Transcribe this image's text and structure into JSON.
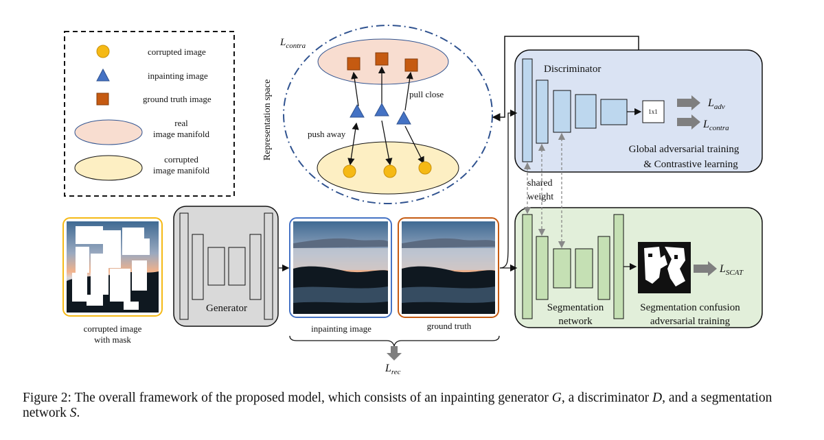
{
  "legend": {
    "corrupted_image": "corrupted image",
    "inpainting_image": "inpainting image",
    "ground_truth_image": "ground truth image",
    "real_manifold_1": "real",
    "real_manifold_2": "image manifold",
    "corrupted_manifold_1": "corrupted",
    "corrupted_manifold_2": "image manifold"
  },
  "representation": {
    "loss_base": "L",
    "loss_sub": "contra",
    "axis_label": "Representation space",
    "pull_close": "pull close",
    "push_away": "push away"
  },
  "discriminator": {
    "title": "Discriminator",
    "block_1x1": "1x1",
    "loss_adv_base": "L",
    "loss_adv_sub": "adv",
    "loss_contra_base": "L",
    "loss_contra_sub": "contra",
    "desc_line1": "Global adversarial training",
    "desc_line2": "& Contrastive learning"
  },
  "shared": {
    "line1": "shared",
    "line2": "weight"
  },
  "segmentation": {
    "net_line1": "Segmentation",
    "net_line2": "network",
    "desc_line1": "Segmentation confusion",
    "desc_line2": "adversarial training",
    "loss_base": "L",
    "loss_sub": "SCAT"
  },
  "inputs": {
    "corrupted_line1": "corrupted image",
    "corrupted_line2": "with mask",
    "generator": "Generator",
    "inpainting": "inpainting image",
    "ground_truth": "ground truth",
    "rec_base": "L",
    "rec_sub": "rec"
  },
  "caption": {
    "fig_label": "Figure 2:",
    "text_1": "The overall framework of the proposed model, which consists of an inpainting generator",
    "var_g": "G",
    "text_2": ", a discriminator",
    "var_d": "D",
    "text_3": ", and a segmentation network",
    "var_s": "S",
    "text_4": "."
  },
  "colors": {
    "corrupted_orange": "#f5b915",
    "inpaint_blue": "#4472c4",
    "gt_brown": "#c55a11",
    "real_manifold_fill": "#f8ddd0",
    "corrupted_manifold_fill": "#fdefc3",
    "disc_panel": "#dae3f3",
    "seg_panel": "#e2efda",
    "generator_panel": "#d9d9d9"
  }
}
